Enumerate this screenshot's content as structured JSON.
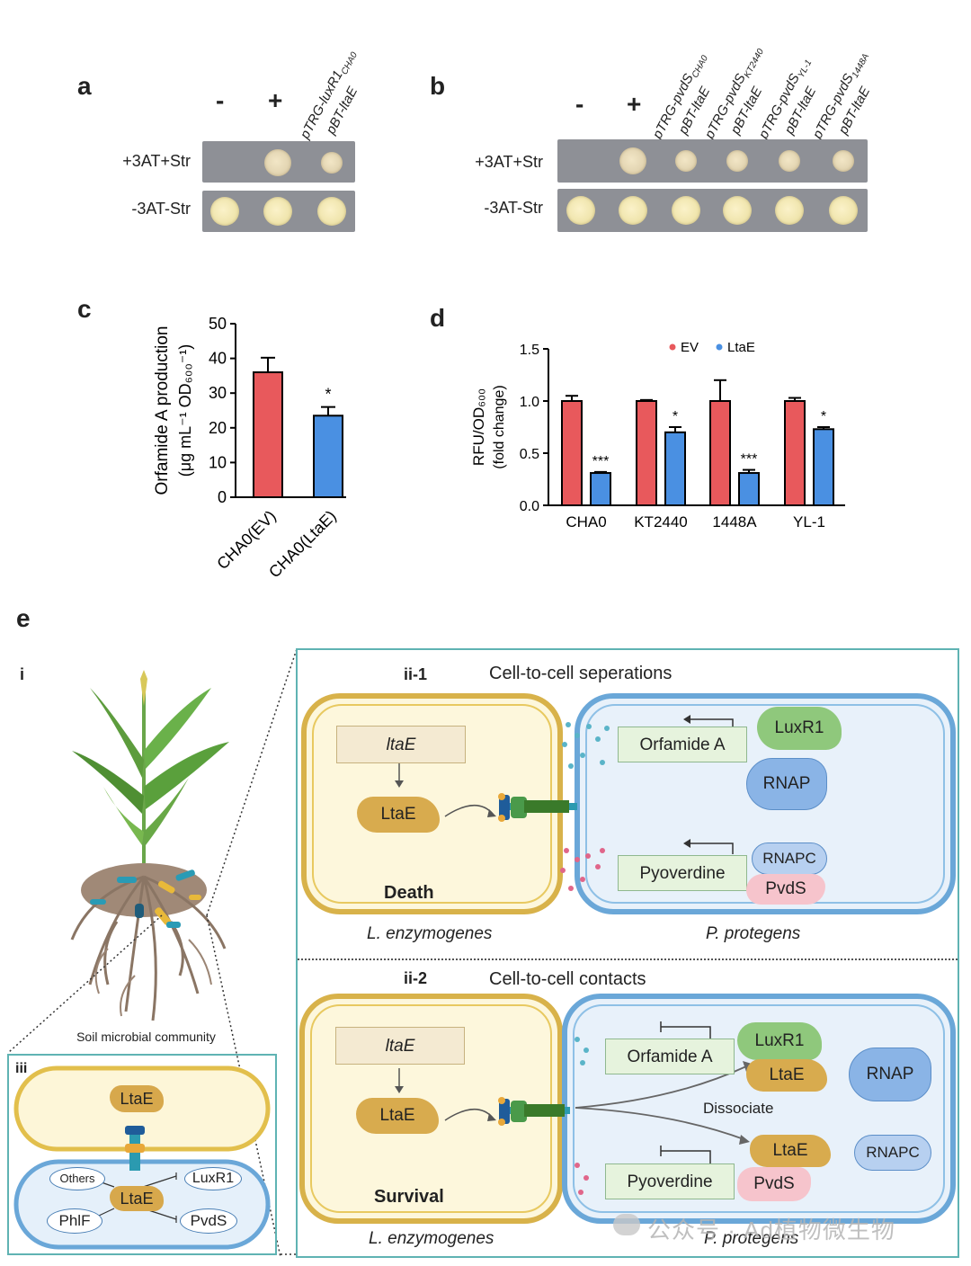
{
  "panel_a": {
    "letter": "a",
    "signs": [
      "-",
      "+"
    ],
    "col_labels": [
      {
        "line1": "pTRG-luxR1",
        "sub1": "CHA0",
        "line2": "pBT-ltaE"
      }
    ],
    "rows": [
      "+3AT+Str",
      "-3AT-Str"
    ],
    "growth": [
      [
        0,
        1,
        1
      ],
      [
        1,
        1,
        1
      ]
    ]
  },
  "panel_b": {
    "letter": "b",
    "signs": [
      "-",
      "+"
    ],
    "col_labels": [
      {
        "line1": "pTRG-pvdS",
        "sub1": "CHA0",
        "line2": "pBT-ltaE"
      },
      {
        "line1": "pTRG-pvdS",
        "sub1": "KT2440",
        "line2": "pBT-ltaE"
      },
      {
        "line1": "pTRG-pvdS",
        "sub1": "YL-1",
        "line2": "pBT-ltaE"
      },
      {
        "line1": "pTRG-pvdS",
        "sub1": "1448A",
        "line2": "pBT-ltaE"
      }
    ],
    "rows": [
      "+3AT+Str",
      "-3AT-Str"
    ],
    "growth": [
      [
        0,
        1,
        1,
        1,
        1,
        1
      ],
      [
        1,
        1,
        1,
        1,
        1,
        1
      ]
    ]
  },
  "chart_data": [
    {
      "panel": "c",
      "type": "bar",
      "categories": [
        "CHA0(EV)",
        "CHA0(LtaE)"
      ],
      "values": [
        36,
        23.5
      ],
      "errors": [
        4.2,
        2.5
      ],
      "colors": [
        "#e8595c",
        "#4a90e2"
      ],
      "ylabel_line1": "Orfamide A production",
      "ylabel_line2": "(μg mL⁻¹ OD₆₀₀⁻¹)",
      "ylim": [
        0,
        50
      ],
      "yticks": [
        "0",
        "10",
        "20",
        "30",
        "40",
        "50"
      ],
      "annotations": [
        "",
        "*"
      ]
    },
    {
      "panel": "d",
      "type": "bar",
      "categories": [
        "CHA0",
        "KT2440",
        "1448A",
        "YL-1"
      ],
      "series": [
        {
          "name": "EV",
          "color": "#e8595c",
          "values": [
            1.0,
            1.0,
            1.0,
            1.0
          ],
          "errors": [
            0.05,
            0.01,
            0.2,
            0.03
          ]
        },
        {
          "name": "LtaE",
          "color": "#4a90e2",
          "values": [
            0.31,
            0.7,
            0.31,
            0.73
          ],
          "errors": [
            0.01,
            0.05,
            0.03,
            0.02
          ]
        }
      ],
      "ylabel_line1": "RFU/OD₆₀₀",
      "ylabel_line2": "(fold change)",
      "ylim": [
        0,
        1.5
      ],
      "yticks": [
        "0.0",
        "0.5",
        "1.0",
        "1.5"
      ],
      "annotations": [
        "***",
        "*",
        "***",
        "*"
      ],
      "legend": "top"
    }
  ],
  "panel_e": {
    "letter": "e",
    "i_label": "i",
    "i_caption": "Soil microbial community",
    "iii_label": "iii",
    "iii": {
      "ltaE_top": "LtaE",
      "ltaE_mid": "LtaE",
      "others": "Others",
      "luxr1": "LuxR1",
      "phlf": "PhlF",
      "pvds": "PvdS"
    },
    "ii1": {
      "label": "ii-1",
      "title": "Cell-to-cell seperations",
      "gene": "ltaE",
      "protein": "LtaE",
      "fate": "Death",
      "orfamide": "Orfamide A",
      "luxr1": "LuxR1",
      "rnap": "RNAP",
      "pyoverdine": "Pyoverdine",
      "rnapc": "RNAPC",
      "pvds": "PvdS",
      "left_org": "L. enzymogenes",
      "right_org": "P. protegens"
    },
    "ii2": {
      "label": "ii-2",
      "title": "Cell-to-cell contacts",
      "gene": "ltaE",
      "protein": "LtaE",
      "fate": "Survival",
      "orfamide": "Orfamide A",
      "luxr1": "LuxR1",
      "ltae_a": "LtaE",
      "rnap": "RNAP",
      "dissociate": "Dissociate",
      "pyoverdine": "Pyoverdine",
      "ltae_b": "LtaE",
      "pvds": "PvdS",
      "rnapc": "RNAPC",
      "left_org": "L. enzymogenes",
      "right_org": "P. protegens"
    }
  },
  "watermark": "公众号 · Ad植物微生物"
}
